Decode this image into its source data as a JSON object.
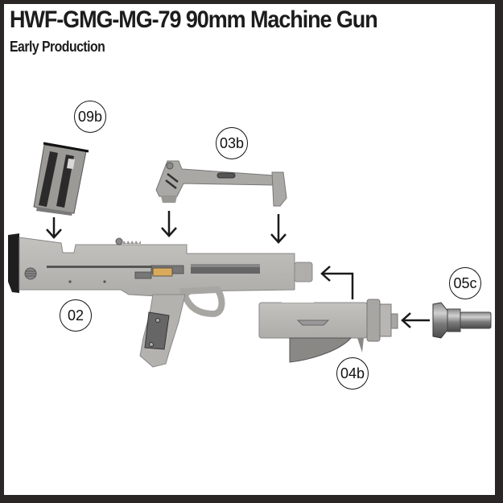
{
  "header": {
    "title": "HWF-GMG-MG-79 90mm Machine Gun",
    "subtitle": "Early Production"
  },
  "parts": [
    {
      "id": "09b",
      "label": "09b",
      "description": "magazine"
    },
    {
      "id": "03b",
      "label": "03b",
      "description": "top rail / sight bracket"
    },
    {
      "id": "02",
      "label": "02",
      "description": "main receiver body with stock and grip"
    },
    {
      "id": "04b",
      "label": "04b",
      "description": "barrel shroud"
    },
    {
      "id": "05c",
      "label": "05c",
      "description": "muzzle"
    }
  ],
  "colors": {
    "frame": "#2a2626",
    "background": "#ffffff",
    "part_gray": "#b4b2ae",
    "part_dark": "#3a3a3a",
    "accent_brass": "#d9aa5a",
    "arrow": "#1a1a1a"
  }
}
